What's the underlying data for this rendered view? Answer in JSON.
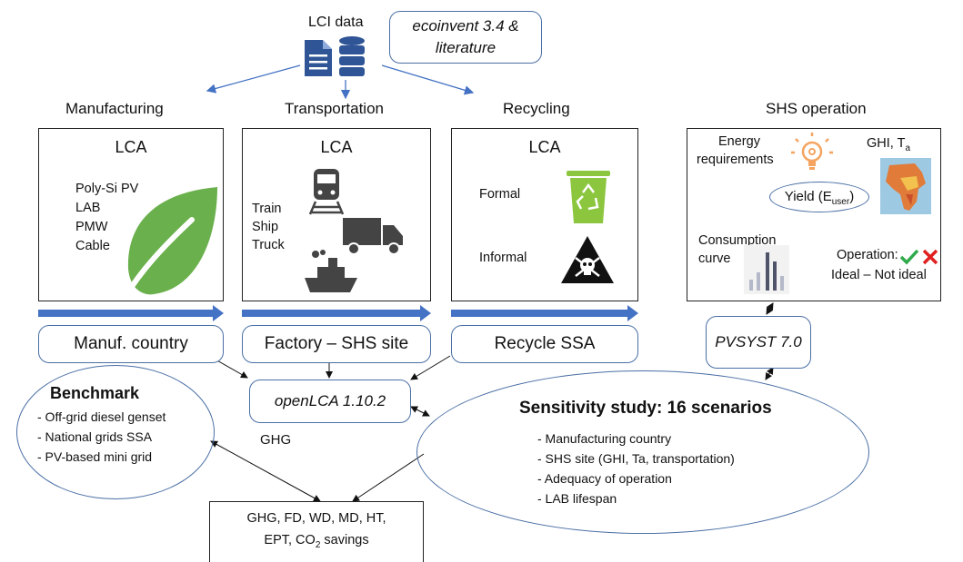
{
  "top": {
    "lci_label": "LCI data",
    "source_label_1": "ecoinvent 3.4 &",
    "source_label_2": "literature"
  },
  "stages": {
    "manufacturing": {
      "title": "Manufacturing",
      "lca": "LCA",
      "items": [
        "Poly-Si PV",
        "LAB",
        "PMW",
        "Cable"
      ],
      "location": "Manuf. country"
    },
    "transportation": {
      "title": "Transportation",
      "lca": "LCA",
      "items": [
        "Train",
        "Ship",
        "Truck"
      ],
      "location": "Factory – SHS site"
    },
    "recycling": {
      "title": "Recycling",
      "lca": "LCA",
      "formal": "Formal",
      "informal": "Informal",
      "location": "Recycle SSA"
    }
  },
  "shs": {
    "title": "SHS operation",
    "energy_1": "Energy",
    "energy_2": "requirements",
    "ghi": "GHI, T",
    "ghi_sub": "a",
    "yield_main": "Yield (E",
    "yield_sub": "user",
    "yield_end": ")",
    "consumption_1": "Consumption",
    "consumption_2": "curve",
    "operation_1": "Operation:",
    "operation_2": "Ideal – Not ideal"
  },
  "pvsyst": "PVSYST 7.0",
  "openlca": "openLCA 1.10.2",
  "benchmark": {
    "title": "Benchmark",
    "items": [
      "- Off-grid diesel genset",
      "- National grids SSA",
      "- PV-based mini grid"
    ]
  },
  "ghg_label": "GHG",
  "sensitivity": {
    "title": "Sensitivity study: 16 scenarios",
    "items": [
      "- Manufacturing country",
      "- SHS site (GHI, Ta, transportation)",
      "- Adequacy of operation",
      "- LAB lifespan"
    ]
  },
  "results": {
    "line1": "GHG, FD, WD, MD, HT,",
    "line2_pre": "EPT, CO",
    "line2_sub": "2",
    "line2_post": " savings"
  },
  "colors": {
    "accent": "#4472c4",
    "leaf": "#6ab04c",
    "bin": "#8cc63f"
  }
}
